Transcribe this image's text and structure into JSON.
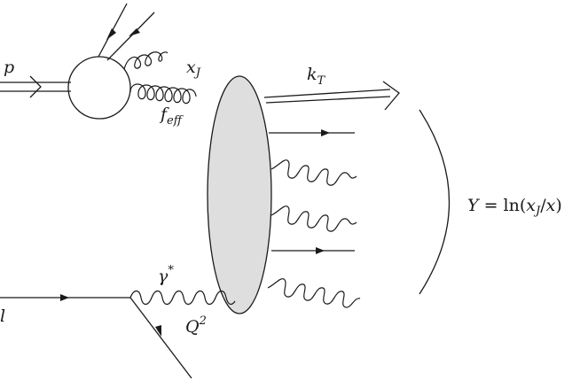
{
  "labels": {
    "proton": "p",
    "lepton": "l",
    "jet_fraction": "x",
    "jet_fraction_sub": "J",
    "effective_pdf": "f",
    "effective_pdf_sub": "eff",
    "jet_momentum": "k",
    "jet_momentum_sub": "T",
    "photon": "γ",
    "photon_sup": "*",
    "virtuality": "Q",
    "virtuality_sup": "2",
    "rapidity_lhs": "Y",
    "rapidity_eq": " = ln(",
    "rapidity_x1": "x",
    "rapidity_x1_sub": "J",
    "rapidity_slash": "/",
    "rapidity_x2": "x",
    "rapidity_close": ")"
  },
  "colors": {
    "blob_fill": "#dedede",
    "ink": "#1a1a1a"
  }
}
